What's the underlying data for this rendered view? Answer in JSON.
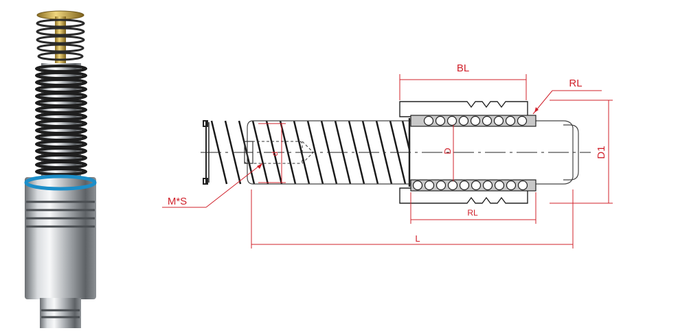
{
  "labels": {
    "bl": "BL",
    "rl_top": "RL",
    "rl_bottom": "RL",
    "d_small": "d",
    "d_large": "D",
    "d1": "D1",
    "ms": "M*S",
    "l": "L"
  },
  "colors": {
    "dimension": "#d0202a",
    "outline": "#222222",
    "ring_fill": "#c8c8c8",
    "ring_gold": "#c9a84a",
    "accent_band": "#1c8ec9"
  },
  "icons": {
    "product_photo": "guide-post-with-spring",
    "diagram": "technical-drawing"
  }
}
